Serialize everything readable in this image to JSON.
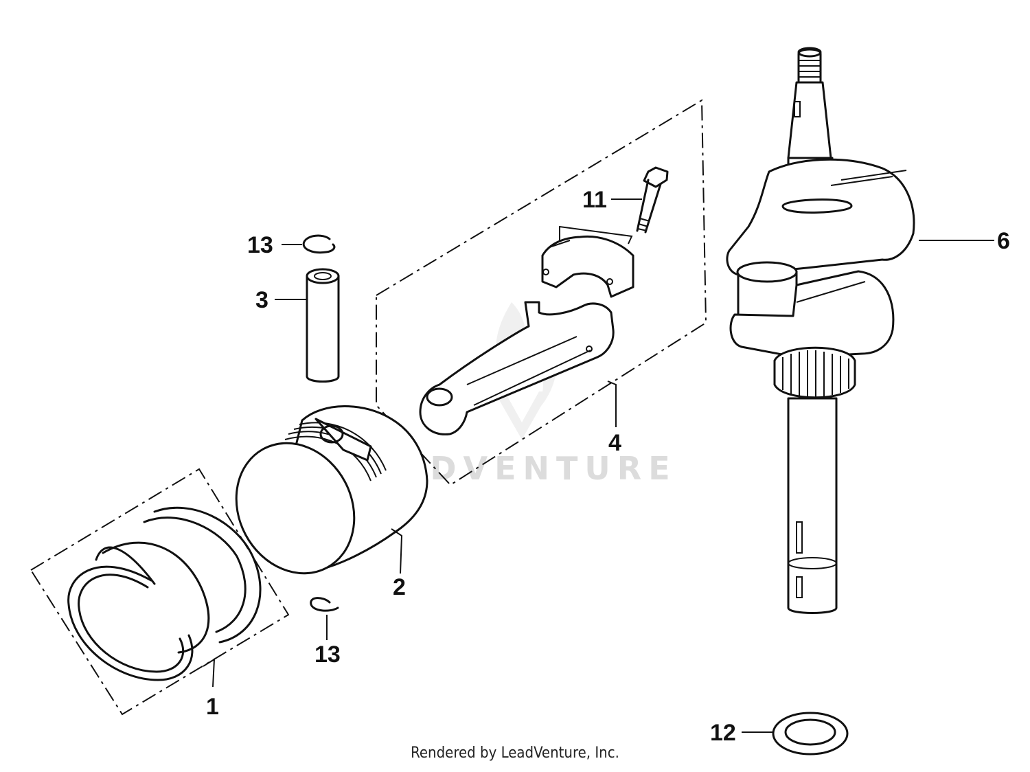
{
  "callouts": [
    {
      "id": "1",
      "part": "piston-rings"
    },
    {
      "id": "2",
      "part": "piston"
    },
    {
      "id": "3",
      "part": "piston-pin"
    },
    {
      "id": "4",
      "part": "connecting-rod-assembly"
    },
    {
      "id": "6",
      "part": "crankshaft"
    },
    {
      "id": "11",
      "part": "connecting-rod-bolt"
    },
    {
      "id": "12",
      "part": "washer"
    },
    {
      "id": "13",
      "part": "piston-pin-clip"
    }
  ],
  "labels": {
    "l1": "1",
    "l2": "2",
    "l3": "3",
    "l4": "4",
    "l6": "6",
    "l11": "11",
    "l12": "12",
    "l13_top": "13",
    "l13_bottom": "13"
  },
  "watermark": "LEADVENTURE",
  "footer": "Rendered by LeadVenture, Inc.",
  "colors": {
    "ink": "#111111",
    "background": "#ffffff",
    "watermark": "#dcdcdc"
  }
}
